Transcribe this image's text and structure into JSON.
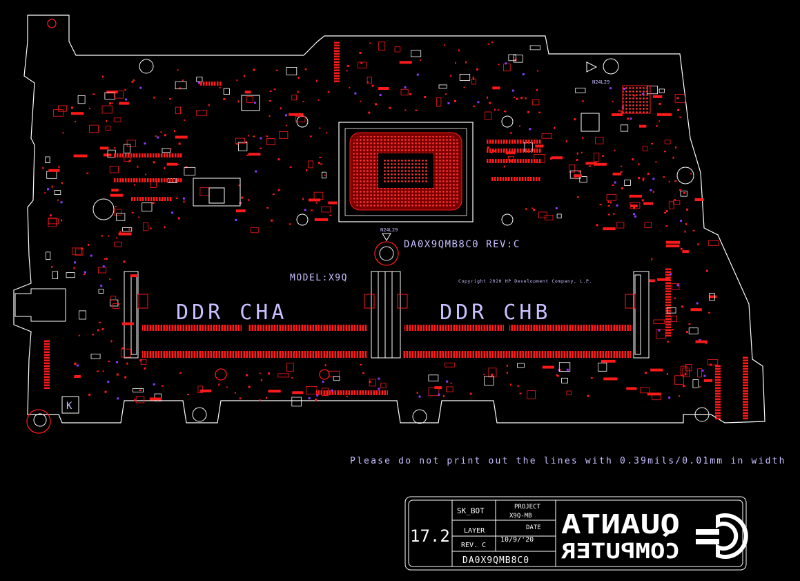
{
  "board": {
    "part_number": "DA0X9QMB8C0 REV:C",
    "model": "MODEL:X9Q",
    "copyright": "Copyright 2020 HP Development Company, L.P.",
    "net_label_top": "N24L29",
    "net_label_mid": "N24L29",
    "ddr_channel_a": "DDR CHA",
    "ddr_channel_b": "DDR CHB",
    "connector_label": "K"
  },
  "note": {
    "warning": "Please do not print out the lines with 0.39mils/0.01mm in width"
  },
  "title_block": {
    "layer_name": "SK_BOT",
    "project_label": "PROJECT",
    "project_value": "X9Q-MB",
    "date_label": "DATE",
    "date_value": "10/9/'20",
    "layer_label": "LAYER",
    "rev_label": "REV. C",
    "drawing_number": "DA0X9QMB8C0",
    "layer_number": "17.2",
    "company_line1": "QUANTA",
    "company_line2": "COMPUTER"
  },
  "colors": {
    "background": "#000000",
    "outline": "#ffffff",
    "pad": "#ff1a1a",
    "silkscreen": "#c9c0ff",
    "via": "#8a3cff"
  }
}
